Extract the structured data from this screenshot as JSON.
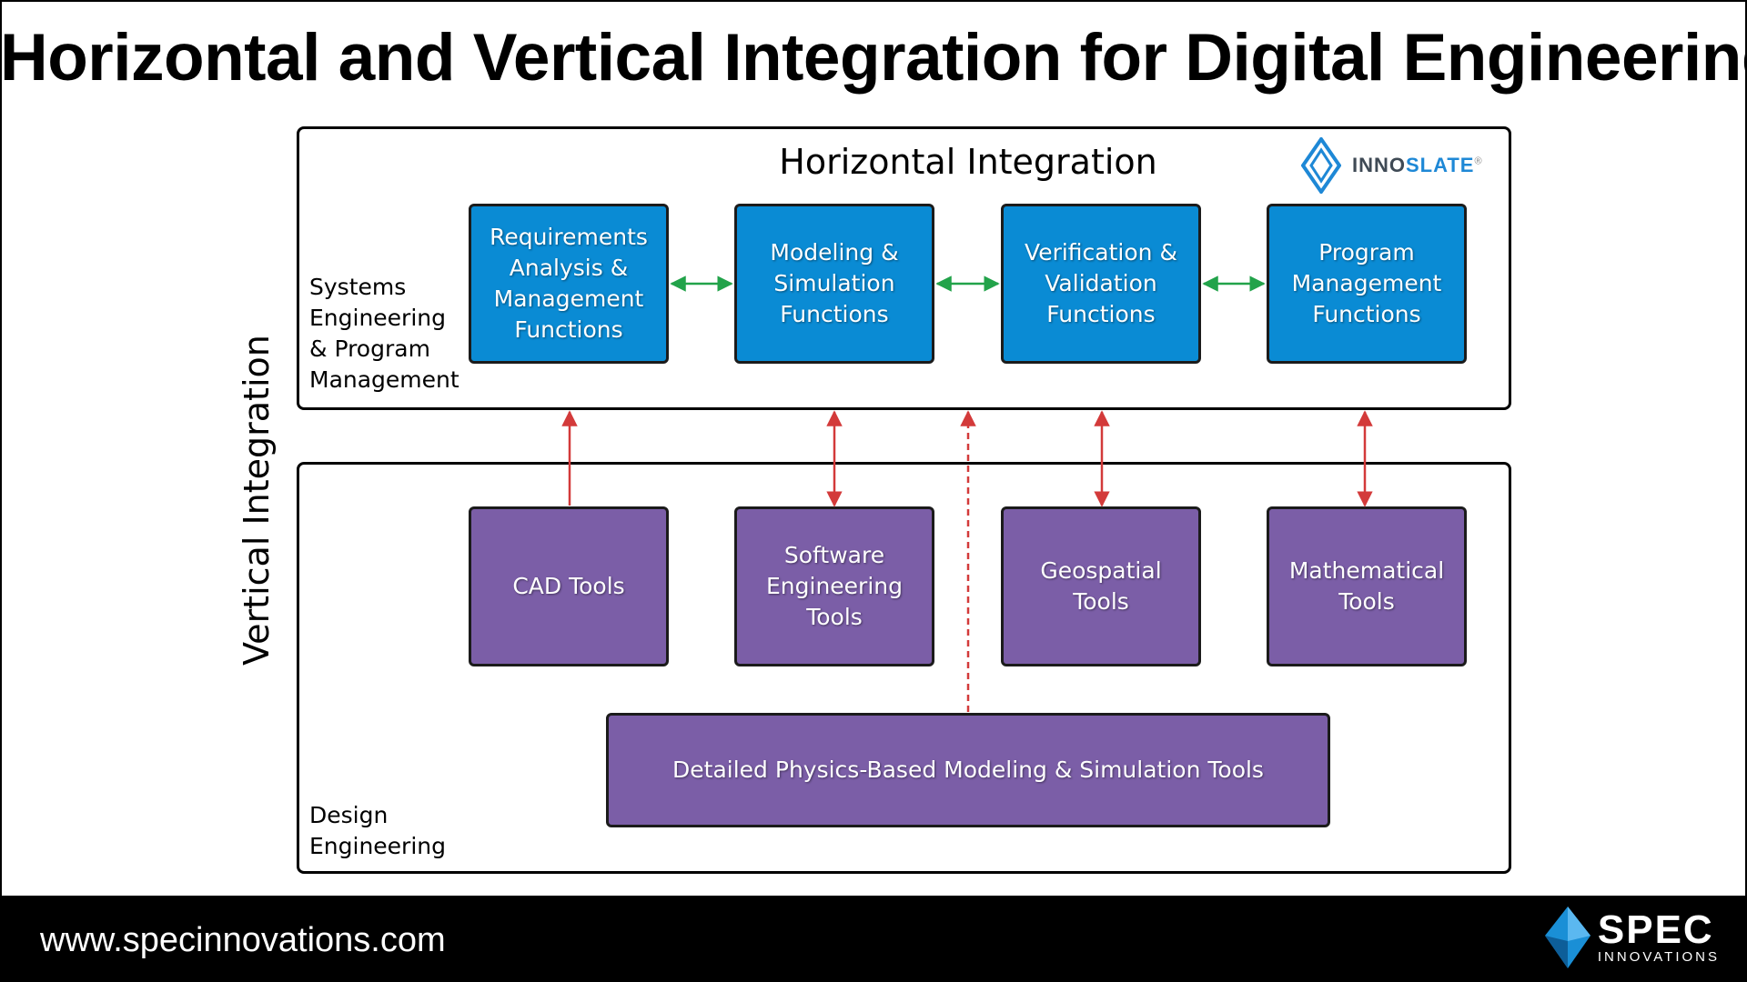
{
  "title": "Horizontal and Vertical Integration for Digital Engineering",
  "horizontal_label": "Horizontal Integration",
  "vertical_label": "Vertical Integration",
  "side_labels": {
    "systems": [
      "Systems",
      "Engineering",
      "& Program",
      "Management"
    ],
    "design": [
      "Design",
      "Engineering"
    ]
  },
  "top_boxes": [
    {
      "lines": [
        "Requirements",
        "Analysis &",
        "Management",
        "Functions"
      ]
    },
    {
      "lines": [
        "Modeling &",
        "Simulation",
        "Functions"
      ]
    },
    {
      "lines": [
        "Verification &",
        "Validation",
        "Functions"
      ]
    },
    {
      "lines": [
        "Program",
        "Management",
        "Functions"
      ]
    }
  ],
  "bottom_boxes": [
    {
      "lines": [
        "CAD Tools"
      ]
    },
    {
      "lines": [
        "Software",
        "Engineering",
        "Tools"
      ]
    },
    {
      "lines": [
        "Geospatial",
        "Tools"
      ]
    },
    {
      "lines": [
        "Mathematical",
        "Tools"
      ]
    }
  ],
  "physics_box": "Detailed Physics-Based Modeling & Simulation Tools",
  "innoslate_logo": {
    "part1": "INNO",
    "part2": "SLATE",
    "mark": "®"
  },
  "footer": {
    "url": "www.specinnovations.com",
    "logo_main": "SPEC",
    "logo_sub": "INNOVATIONS"
  },
  "colors": {
    "blue_box": "#0a8bd4",
    "purple_box": "#7b5ea7",
    "horizontal_arrow": "#22a34a",
    "vertical_arrow": "#d33a3a"
  }
}
